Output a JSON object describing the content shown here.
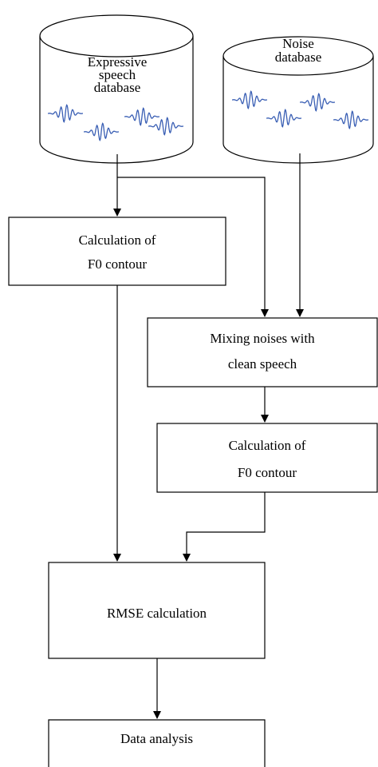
{
  "databases": {
    "expressive": {
      "lines": [
        "Expressive",
        "speech",
        "database"
      ]
    },
    "noise": {
      "lines": [
        "Noise",
        "database"
      ]
    }
  },
  "boxes": {
    "f0_clean": {
      "lines": [
        "Calculation of",
        "F0 contour"
      ]
    },
    "mixing": {
      "lines": [
        "Mixing noises with",
        "clean speech"
      ]
    },
    "f0_noisy": {
      "lines": [
        "Calculation of",
        "F0 contour"
      ]
    },
    "rmse": {
      "lines": [
        "RMSE calculation"
      ]
    },
    "analysis": {
      "lines": [
        "Data analysis"
      ]
    }
  },
  "colors": {
    "stroke": "#000000",
    "wave": "#3a5fb4",
    "background": "#ffffff"
  }
}
